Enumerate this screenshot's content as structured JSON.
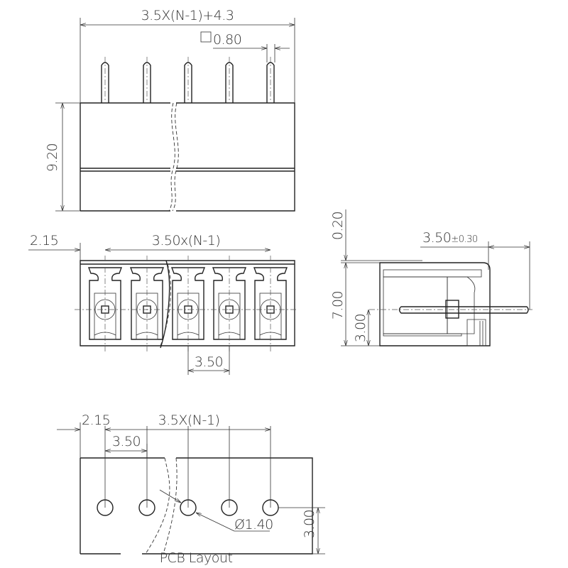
{
  "top_view": {
    "width_dim": "3.5X(N-1)+4.3",
    "pin_dim": "0.80",
    "height_dim": "9.20"
  },
  "front_view": {
    "edge_dim": "2.15",
    "pitch_total_dim": "3.50x(N-1)",
    "pitch_dim": "3.50"
  },
  "side_view": {
    "top_dim": "0.20",
    "pin_len_dim": "3.50",
    "pin_len_tol": "±0.30",
    "height_dim": "7.00",
    "pin_height_dim": "3.00"
  },
  "pcb_layout": {
    "edge_dim": "2.15",
    "pitch_total_dim": "3.5X(N-1)",
    "pitch_dim": "3.50",
    "hole_dim": "Ø1.40",
    "hole_height_dim": "3.00",
    "title": "PCB Layout"
  },
  "pin_count_shown": 5
}
